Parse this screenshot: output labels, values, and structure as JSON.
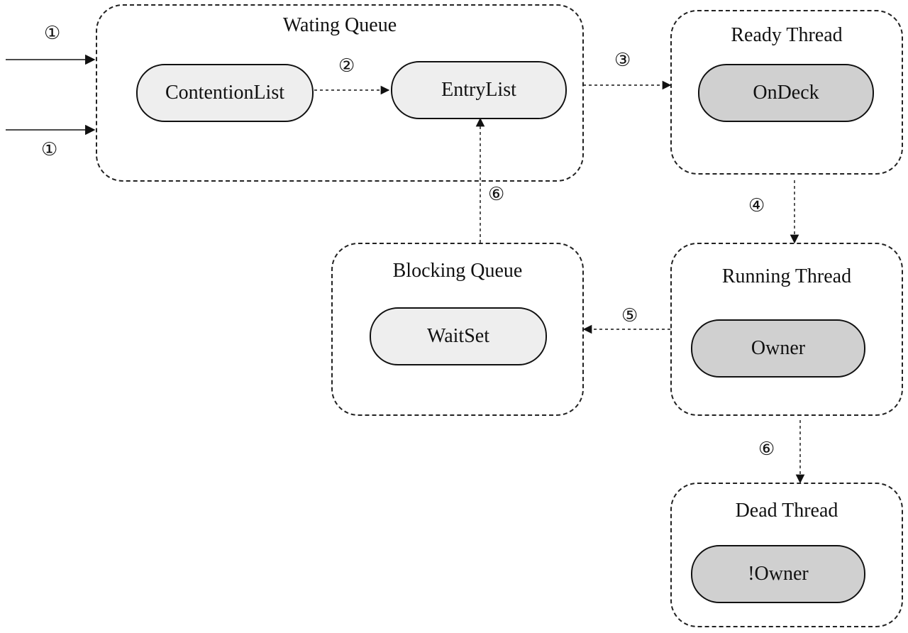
{
  "groups": {
    "waiting_queue": "Wating Queue",
    "ready_thread": "Ready Thread",
    "blocking_queue": "Blocking Queue",
    "running_thread": "Running Thread",
    "dead_thread": "Dead Thread"
  },
  "nodes": {
    "contention_list": "ContentionList",
    "entry_list": "EntryList",
    "on_deck": "OnDeck",
    "wait_set": "WaitSet",
    "owner": "Owner",
    "not_owner": "!Owner"
  },
  "steps": {
    "entry_top": "①",
    "entry_bottom": "①",
    "contention_to_entry": "②",
    "entry_to_ondeck": "③",
    "ready_to_running": "④",
    "running_to_blocking": "⑤",
    "blocking_to_entry": "⑥",
    "running_to_dead": "⑥"
  },
  "colors": {
    "light_node": "#eeeeee",
    "dark_node": "#d0d0d0",
    "line": "#222222"
  }
}
